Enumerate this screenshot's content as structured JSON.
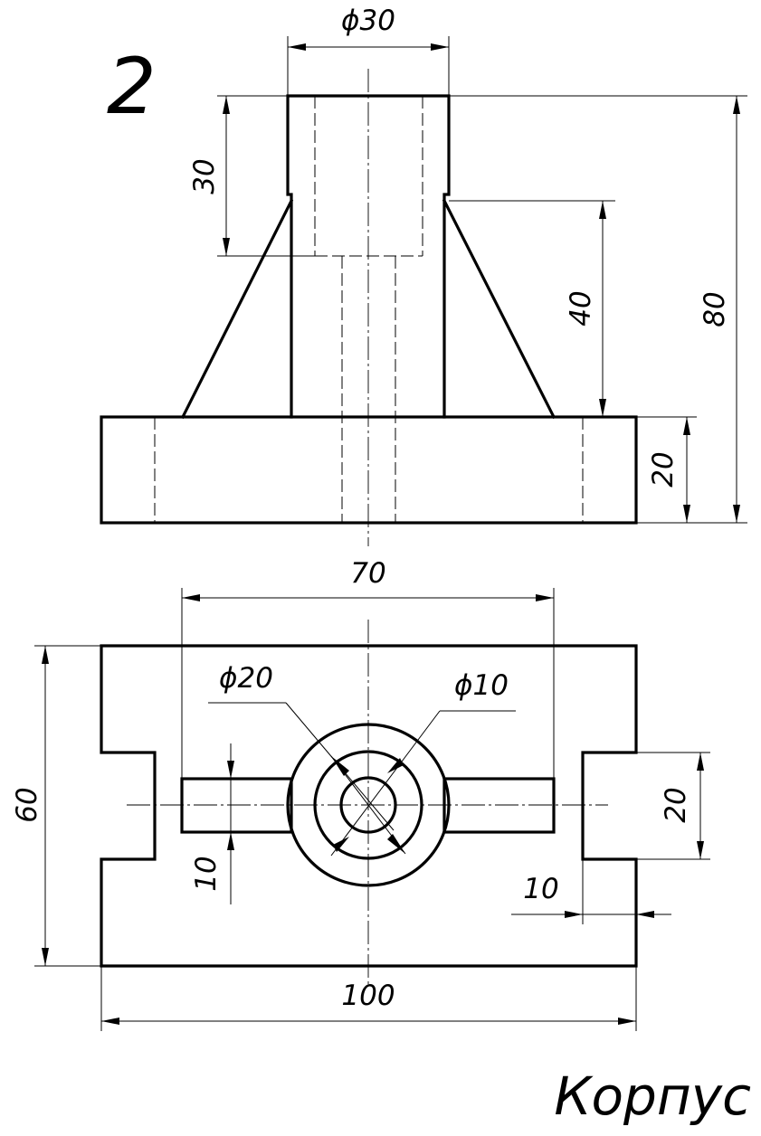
{
  "sheet": {
    "number": "2",
    "title": "Корпус"
  },
  "front_view": {
    "dims": {
      "top_diameter": "ϕ30",
      "bore_depth": "30",
      "rib_height": "40",
      "total_height": "80",
      "base_height": "20"
    }
  },
  "top_view": {
    "dims": {
      "rib_span": "70",
      "outer_circle": "ϕ20",
      "inner_circle": "ϕ10",
      "depth": "60",
      "slot_width": "20",
      "rib_thickness": "10",
      "slot_depth": "10",
      "width": "100"
    }
  }
}
